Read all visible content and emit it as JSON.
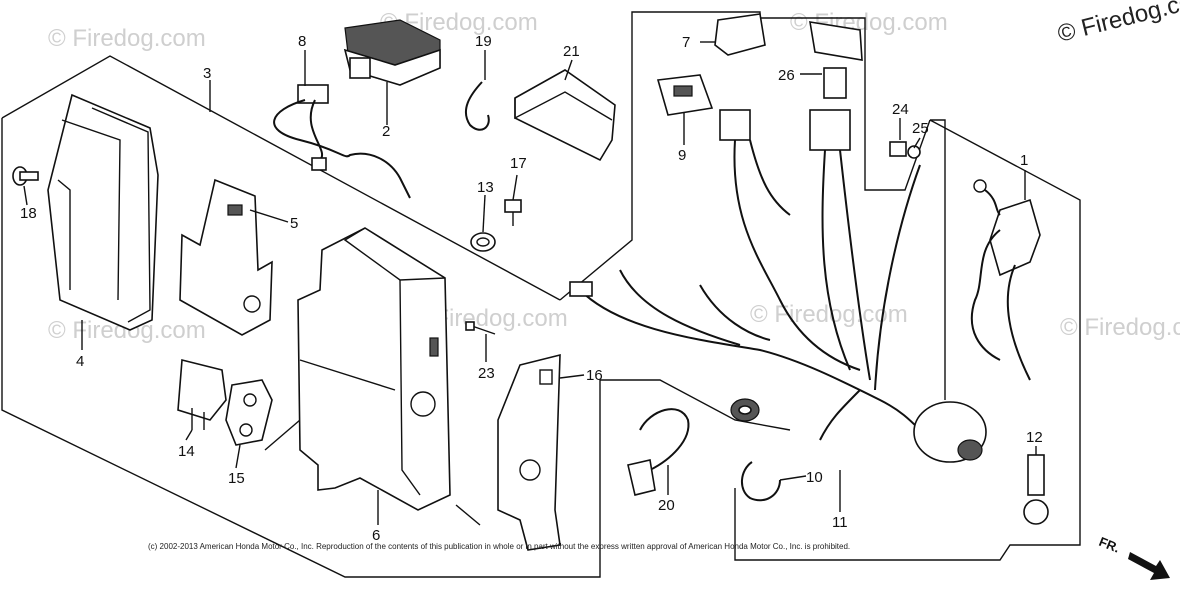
{
  "watermarks": {
    "main": "© Firedog.com",
    "faint": "© Firedog.com"
  },
  "copyright": "(c) 2002-2013 American Honda Motor Co., Inc. Reproduction of the contents of this publication in whole or in part without the express written approval of American Honda Motor Co., Inc. is prohibited.",
  "direction_marker": "FR.",
  "callouts": {
    "c1": "1",
    "c2": "2",
    "c3": "3",
    "c4": "4",
    "c5": "5",
    "c6": "6",
    "c7": "7",
    "c8": "8",
    "c9": "9",
    "c10": "10",
    "c11": "11",
    "c12": "12",
    "c13": "13",
    "c14": "14",
    "c15": "15",
    "c16": "16",
    "c17": "17",
    "c18": "18",
    "c19": "19",
    "c20": "20",
    "c21": "21",
    "c23": "23",
    "c24": "24",
    "c25": "25",
    "c26": "26"
  }
}
